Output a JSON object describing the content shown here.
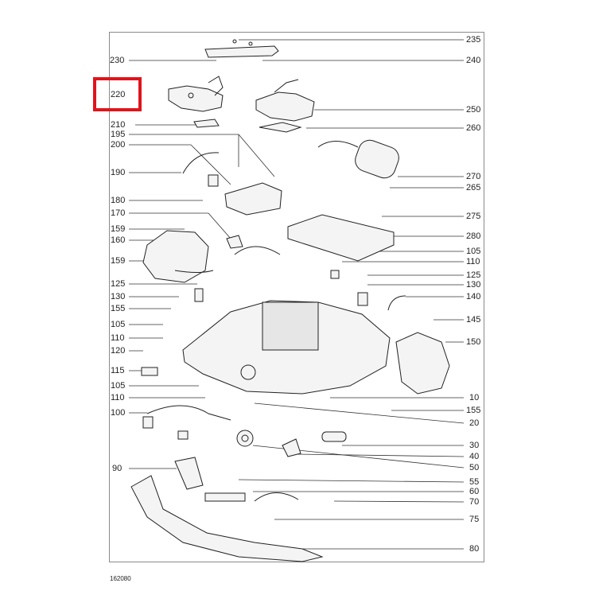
{
  "diagram": {
    "highlighted_part": "220",
    "document_number": "162080",
    "left_labels": [
      "230",
      "220",
      "210",
      "195",
      "200",
      "190",
      "180",
      "170",
      "159",
      "160",
      "159",
      "125",
      "130",
      "155",
      "105",
      "110",
      "120",
      "115",
      "105",
      "110",
      "100",
      "90"
    ],
    "right_labels": [
      "235",
      "240",
      "250",
      "260",
      "270",
      "265",
      "275",
      "280",
      "105",
      "110",
      "125",
      "130",
      "140",
      "145",
      "150",
      "10",
      "155",
      "20",
      "30",
      "40",
      "50",
      "55",
      "60",
      "70",
      "75",
      "80"
    ]
  }
}
